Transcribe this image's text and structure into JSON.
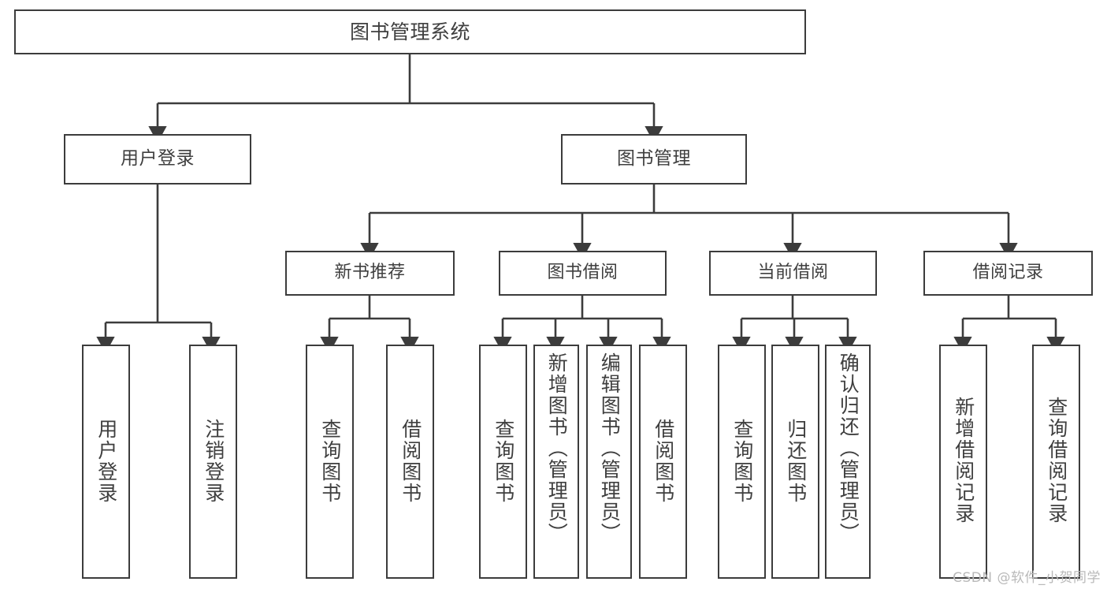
{
  "diagram": {
    "type": "tree-hierarchy",
    "title": "图书管理系统",
    "background_color": "#ffffff",
    "box_border_color": "#3c3c3c",
    "text_color": "#3f3f3f",
    "connector_color": "#3c3c3c",
    "root": {
      "label": "图书管理系统"
    },
    "level2": [
      {
        "label": "用户登录"
      },
      {
        "label": "图书管理"
      }
    ],
    "level3": [
      {
        "label": "新书推荐"
      },
      {
        "label": "图书借阅"
      },
      {
        "label": "当前借阅"
      },
      {
        "label": "借阅记录"
      }
    ],
    "leaves": [
      {
        "label": "用户登录",
        "parent": "用户登录"
      },
      {
        "label": "注销登录",
        "parent": "用户登录"
      },
      {
        "label": "查询图书",
        "parent": "新书推荐"
      },
      {
        "label": "借阅图书",
        "parent": "新书推荐"
      },
      {
        "label": "查询图书",
        "parent": "图书借阅"
      },
      {
        "label": "新增图书（管理员）",
        "parent": "图书借阅"
      },
      {
        "label": "编辑图书（管理员）",
        "parent": "图书借阅"
      },
      {
        "label": "借阅图书",
        "parent": "图书借阅"
      },
      {
        "label": "查询图书",
        "parent": "当前借阅"
      },
      {
        "label": "归还图书",
        "parent": "当前借阅"
      },
      {
        "label": "确认归还（管理员）",
        "parent": "当前借阅"
      },
      {
        "label": "新增借阅记录",
        "parent": "借阅记录"
      },
      {
        "label": "查询借阅记录",
        "parent": "借阅记录"
      }
    ]
  },
  "watermark": {
    "text": "CSDN @软件_小贺同学"
  }
}
